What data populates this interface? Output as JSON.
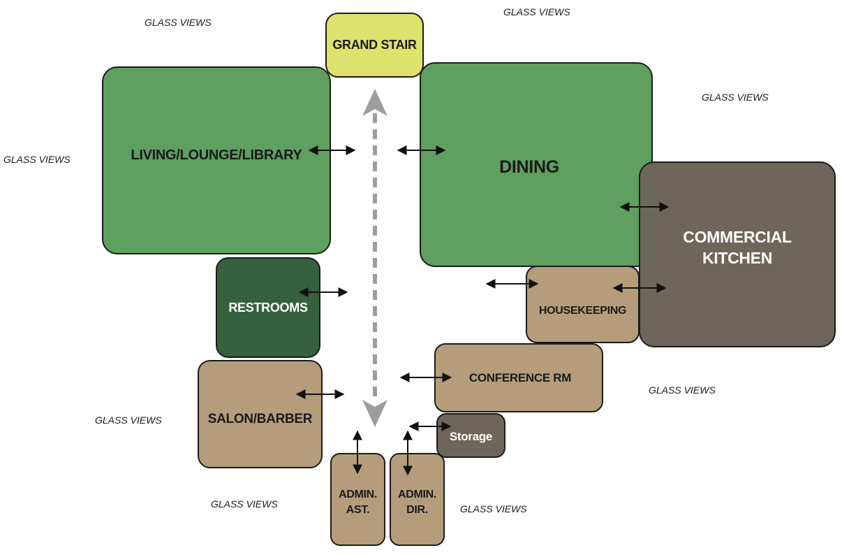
{
  "colors": {
    "green_light": "#5f9f5f",
    "green_dark": "#36613f",
    "yellow": "#dde26c",
    "tan": "#b59d7c",
    "gray_brown": "#6e665b",
    "circulation_arrow": "#9d9d9d",
    "adjacency_arrow": "#111111"
  },
  "rooms": {
    "grand_stair": "GRAND STAIR",
    "living": "LIVING/LOUNGE/LIBRARY",
    "dining": "DINING",
    "kitchen": "COMMERCIAL\nKITCHEN",
    "restrooms": "RESTROOMS",
    "housekeeping": "HOUSEKEEPING",
    "conference": "CONFERENCE RM",
    "salon": "SALON/BARBER",
    "storage": "Storage",
    "admin_ast": "ADMIN.\nAST.",
    "admin_dir": "ADMIN.\nDIR."
  },
  "glass_views": [
    "GLASS VIEWS",
    "GLASS VIEWS",
    "GLASS VIEWS",
    "GLASS VIEWS",
    "GLASS VIEWS",
    "GLASS VIEWS",
    "GLASS VIEWS",
    "GLASS VIEWS"
  ]
}
